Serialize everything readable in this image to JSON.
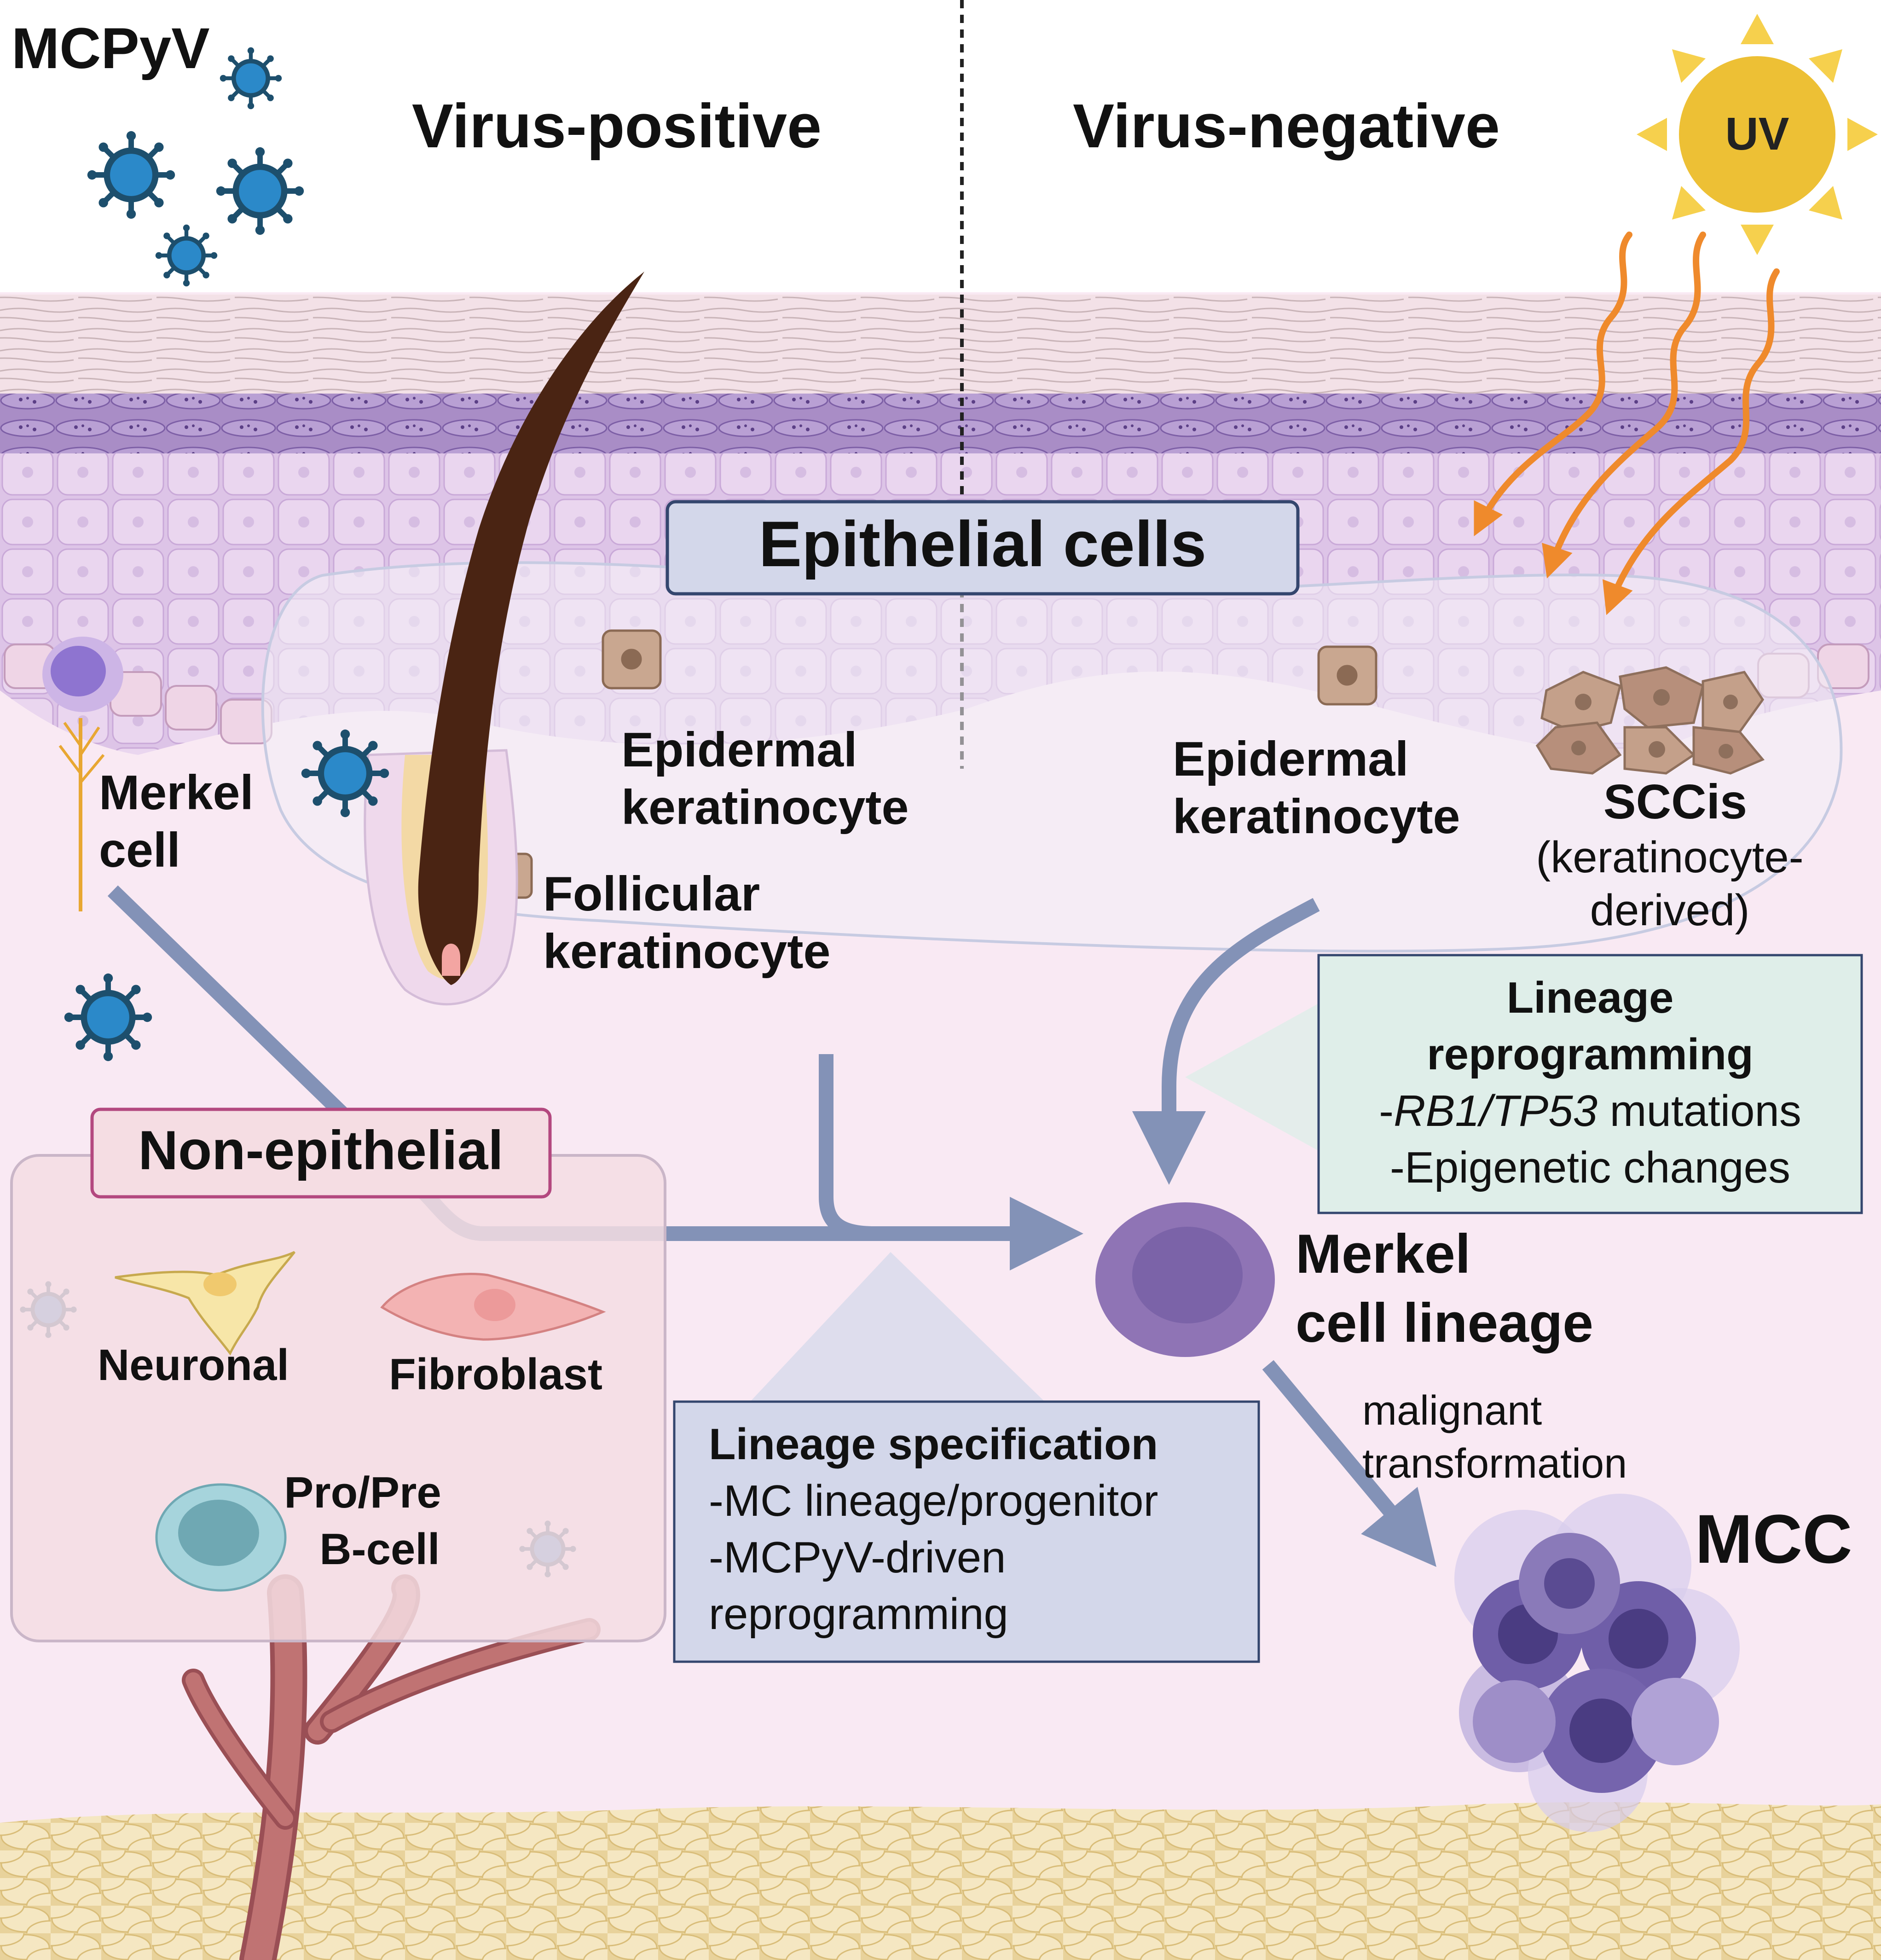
{
  "header": {
    "virus_label": "MCPyV",
    "left_title": "Virus-positive",
    "right_title": "Virus-negative",
    "sun_label": "UV"
  },
  "epithelial": {
    "title": "Epithelial cells",
    "epidermal_left_line1": "Epidermal",
    "epidermal_left_line2": "keratinocyte",
    "follicular_line1": "Follicular",
    "follicular_line2": "keratinocyte",
    "epidermal_right_line1": "Epidermal",
    "epidermal_right_line2": "keratinocyte",
    "sccis_title": "SCCis",
    "sccis_line2": "(keratinocyte-",
    "sccis_line3": "derived)"
  },
  "merkel_cell": {
    "line1": "Merkel",
    "line2": "cell"
  },
  "non_epithelial": {
    "title": "Non-epithelial",
    "neuronal": "Neuronal",
    "fibroblast": "Fibroblast",
    "bcell_line1": "Pro/Pre",
    "bcell_line2": "B-cell"
  },
  "lineage_specification": {
    "title": "Lineage specification",
    "line1": "-MC lineage/progenitor",
    "line2": "-MCPyV-driven",
    "line3": "reprogramming"
  },
  "lineage_reprogramming": {
    "title_line1": "Lineage",
    "title_line2": "reprogramming",
    "mutations_prefix": "-",
    "mutations_italic": "RB1/TP53",
    "mutations_suffix": " mutations",
    "line2": "-Epigenetic changes"
  },
  "merkel_lineage": {
    "line1": "Merkel",
    "line2": "cell lineage"
  },
  "transformation": {
    "line1": "malignant",
    "line2": "transformation"
  },
  "mcc_label": "MCC",
  "colors": {
    "skin_bg": "#f9e9f3",
    "stratum_corneum": "#f3e1e7",
    "granular_layer": "#a98dc6",
    "spinous_cell_fill": "#ead6ef",
    "epithelial_box": "#d3d7ea",
    "non_epithelial_box": "#f5dde3",
    "lineage_spec_box": "#d3d7ea",
    "lineage_reprog_box": "#dfeee9",
    "arrow": "#8392b7",
    "virus": "#2b89c9",
    "virus_dark": "#1d4f6d",
    "uv_sun": "#edc035",
    "uv_ray": "#ef8a2c",
    "merkel_purple": "#8f74b5",
    "hair_brown": "#4a2413",
    "vessel": "#c07373",
    "fat": "#f2e3b8"
  }
}
